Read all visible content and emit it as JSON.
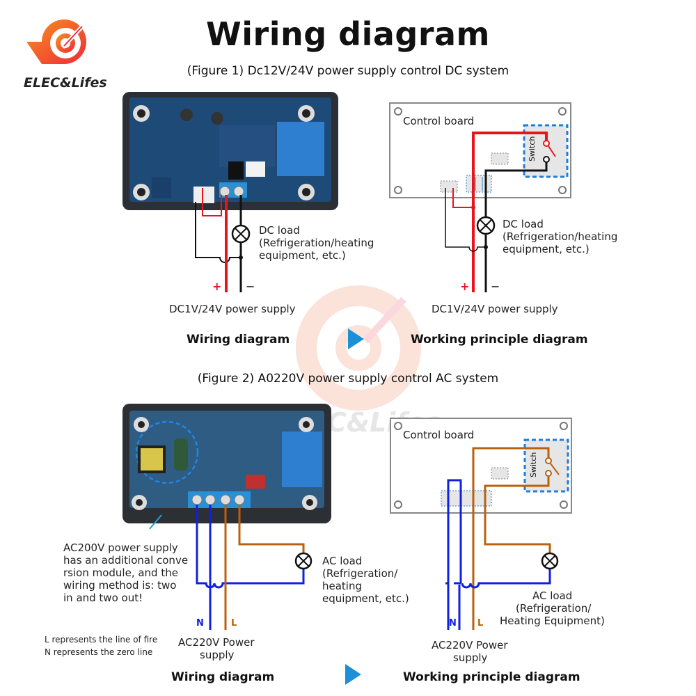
{
  "brand": {
    "name": "ELEC&Lifes",
    "logo_icon": "target-gauge-logo",
    "watermark_text": "C&Lifes"
  },
  "title": "Wiring diagram",
  "figure1": {
    "caption": "(Figure 1) Dc12V/24V power supply control DC system",
    "wiring": {
      "load_title": "DC load",
      "load_desc_1": "(Refrigeration/heating",
      "load_desc_2": "equipment, etc.)",
      "plus": "+",
      "minus": "−",
      "supply": "DC1V/24V power supply",
      "label": "Wiring diagram"
    },
    "principle": {
      "board_label": "Control board",
      "switch_label": "Switch",
      "load_title": "DC load",
      "load_desc_1": "(Refrigeration/heating",
      "load_desc_2": "equipment, etc.)",
      "plus": "+",
      "minus": "−",
      "supply": "DC1V/24V power supply",
      "label": "Working principle diagram"
    }
  },
  "figure2": {
    "caption": "(Figure 2) A0220V power supply control AC system",
    "wiring": {
      "note_lines": [
        "AC200V power supply",
        "has an additional conve",
        "rsion module, and the",
        "wiring method is: two",
        "in and two out!"
      ],
      "load_title": "AC load",
      "load_desc_1": "(Refrigeration/",
      "load_desc_2": "heating",
      "load_desc_3": "equipment, etc.)",
      "n": "N",
      "l": "L",
      "supply_1": "AC220V Power",
      "supply_2": "supply",
      "legend_l": "L represents the line of fire",
      "legend_n": "N represents the zero line",
      "label": "Wiring diagram"
    },
    "principle": {
      "board_label": "Control board",
      "switch_label": "Switch",
      "load_title": "AC load",
      "load_desc_1": "(Refrigeration/",
      "load_desc_2": "Heating Equipment)",
      "n": "N",
      "l": "L",
      "supply_1": "AC220V Power",
      "supply_2": "supply",
      "label": "Working principle diagram"
    }
  },
  "colors": {
    "red": "#e8141c",
    "black": "#111111",
    "blue": "#1020e0",
    "brown": "#b8620e",
    "switch_blue": "#1e7fd8",
    "arrow": "#1b8fd8",
    "logo_orange": "#f26a1b"
  }
}
